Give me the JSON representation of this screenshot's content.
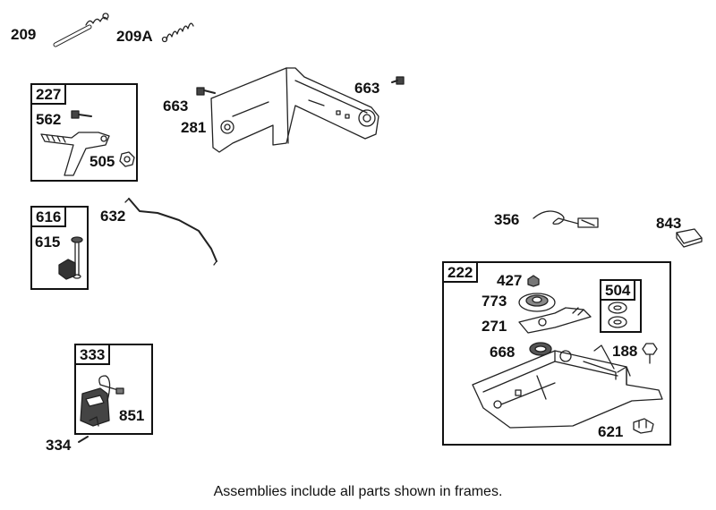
{
  "parts": {
    "p209": "209",
    "p209A": "209A",
    "p663a": "663",
    "p663b": "663",
    "p281": "281",
    "p562": "562",
    "p505": "505",
    "p615": "615",
    "p632": "632",
    "p356": "356",
    "p843": "843",
    "p427": "427",
    "p773": "773",
    "p271": "271",
    "p668": "668",
    "p188": "188",
    "p851": "851",
    "p334": "334",
    "p621": "621"
  },
  "frames": {
    "f227": "227",
    "f616": "616",
    "f333": "333",
    "f222": "222",
    "f504": "504"
  },
  "caption": "Assemblies include all parts shown in frames."
}
